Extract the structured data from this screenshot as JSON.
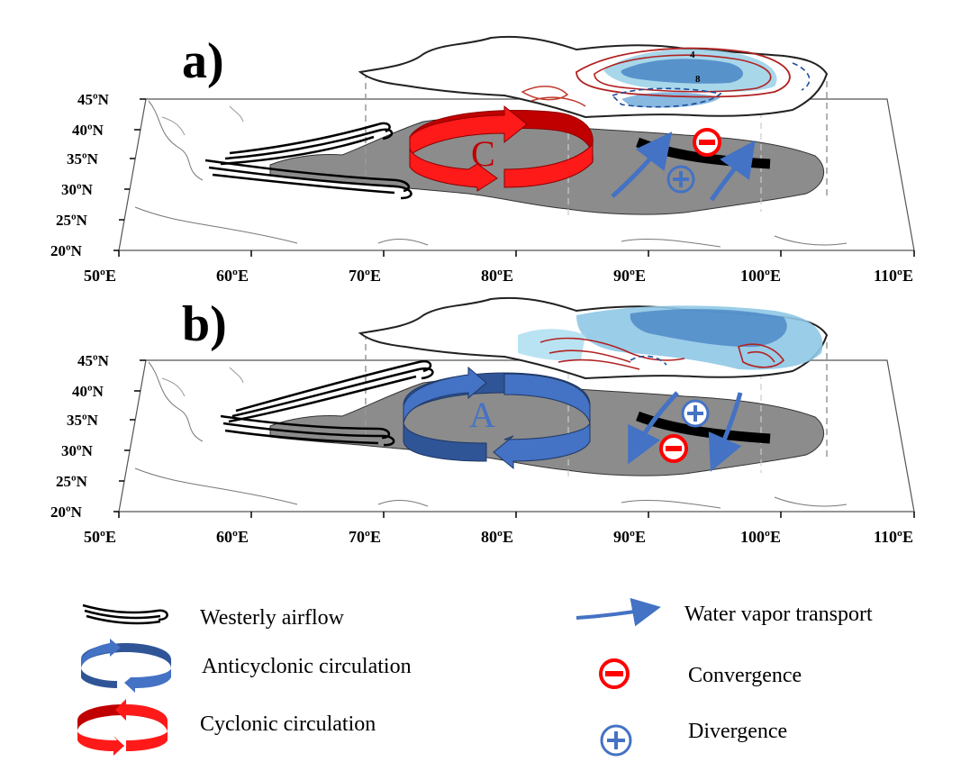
{
  "panels": [
    {
      "label": "a)",
      "system": "C"
    },
    {
      "label": "b)",
      "system": "A"
    }
  ],
  "axis": {
    "lat_ticks": [
      "45ºN",
      "40ºN",
      "35ºN",
      "30ºN",
      "25ºN",
      "20ºN"
    ],
    "lon_ticks": [
      "50ºE",
      "60ºE",
      "70ºE",
      "80ºE",
      "90ºE",
      "100ºE",
      "110ºE"
    ]
  },
  "inset_contour_labels": [
    "4",
    "8"
  ],
  "legend": {
    "westerly": "Westerly airflow",
    "anticyclonic": "Anticyclonic circulation",
    "cyclonic": "Cyclonic circulation",
    "vapor": "Water vapor transport",
    "convergence": "Convergence",
    "divergence": "Divergence"
  },
  "colors": {
    "cyclonic": "#e31a1c",
    "anticyclonic": "#4472c4",
    "plateau": "#8c8c8c",
    "vapor_arrow": "#4472c4"
  }
}
